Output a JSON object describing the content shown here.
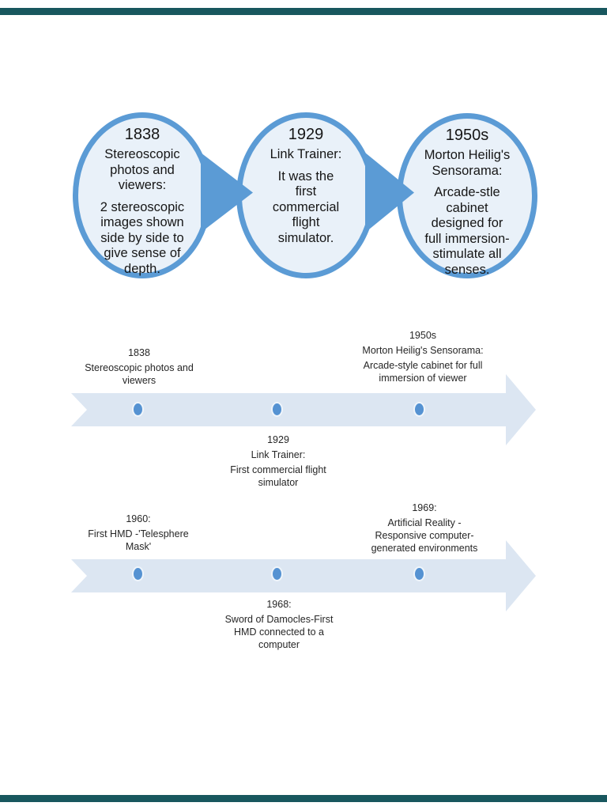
{
  "viewer": {
    "page_gap_color": "#18575e"
  },
  "palette": {
    "bubble_border": "#5b9bd5",
    "bubble_fill": "#e9f1f9",
    "arrow_fill": "#dce6f2",
    "dot_fill": "#5592d2",
    "dot_ring": "#eff5fb",
    "text": "#1a1a1a"
  },
  "bubbles": [
    {
      "year": "1838",
      "title": "Stereoscopic\nphotos and\nviewers:",
      "body": "2 stereoscopic\nimages shown\nside by side to\ngive sense of\ndepth."
    },
    {
      "year": "1929",
      "title": "Link Trainer:",
      "body": "It was the\nfirst\ncommercial\nflight\nsimulator."
    },
    {
      "year": "1950s",
      "title": "Morton Heilig's\nSensorama:",
      "body": "Arcade-stle\ncabinet\ndesigned for\nfull immersion-\nstimulate all\nsenses."
    }
  ],
  "timelines": [
    {
      "name": "timeline-1",
      "events": [
        {
          "placement": "above",
          "year": "1838",
          "sub": "",
          "body": "Stereoscopic photos and\nviewers"
        },
        {
          "placement": "below",
          "year": "1929",
          "sub": "Link Trainer:",
          "body": "First commercial flight\nsimulator"
        },
        {
          "placement": "above",
          "year": "1950s",
          "sub": "Morton Heilig's Sensorama:",
          "body": "Arcade-style cabinet for full\nimmersion of viewer"
        }
      ]
    },
    {
      "name": "timeline-2",
      "events": [
        {
          "placement": "above",
          "year": "1960:",
          "sub": "",
          "body": "First HMD -'Telesphere\nMask'"
        },
        {
          "placement": "below",
          "year": "1968:",
          "sub": "",
          "body": "Sword of Damocles-First\nHMD connected to a\ncomputer"
        },
        {
          "placement": "above",
          "year": "1969:",
          "sub": "",
          "body": "Artificial Reality -\nResponsive computer-\ngenerated environments"
        }
      ]
    }
  ]
}
